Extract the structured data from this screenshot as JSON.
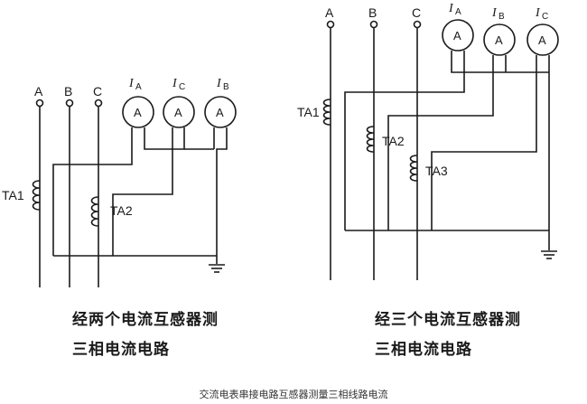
{
  "left_diagram": {
    "lines": [
      "A",
      "B",
      "C"
    ],
    "meters": [
      {
        "symbol": "A",
        "label_letter": "I",
        "label_sub": "A"
      },
      {
        "symbol": "A",
        "label_letter": "I",
        "label_sub": "C"
      },
      {
        "symbol": "A",
        "label_letter": "I",
        "label_sub": "B"
      }
    ],
    "transformers": [
      "TA1",
      "TA2"
    ],
    "caption_line1": "经两个电流互感器测",
    "caption_line2": "三相电流电路"
  },
  "right_diagram": {
    "lines": [
      "A",
      "B",
      "C"
    ],
    "meters": [
      {
        "symbol": "A",
        "label_letter": "I",
        "label_sub": "A"
      },
      {
        "symbol": "A",
        "label_letter": "I",
        "label_sub": "B"
      },
      {
        "symbol": "A",
        "label_letter": "I",
        "label_sub": "C"
      }
    ],
    "transformers": [
      "TA1",
      "TA2",
      "TA3"
    ],
    "caption_line1": "经三个电流互感器测",
    "caption_line2": "三相电流电路"
  },
  "footer_caption": "交流电表串接电路互感器测量三相线路电流",
  "colors": {
    "ink": "#1a1a1a",
    "background": "#ffffff"
  }
}
